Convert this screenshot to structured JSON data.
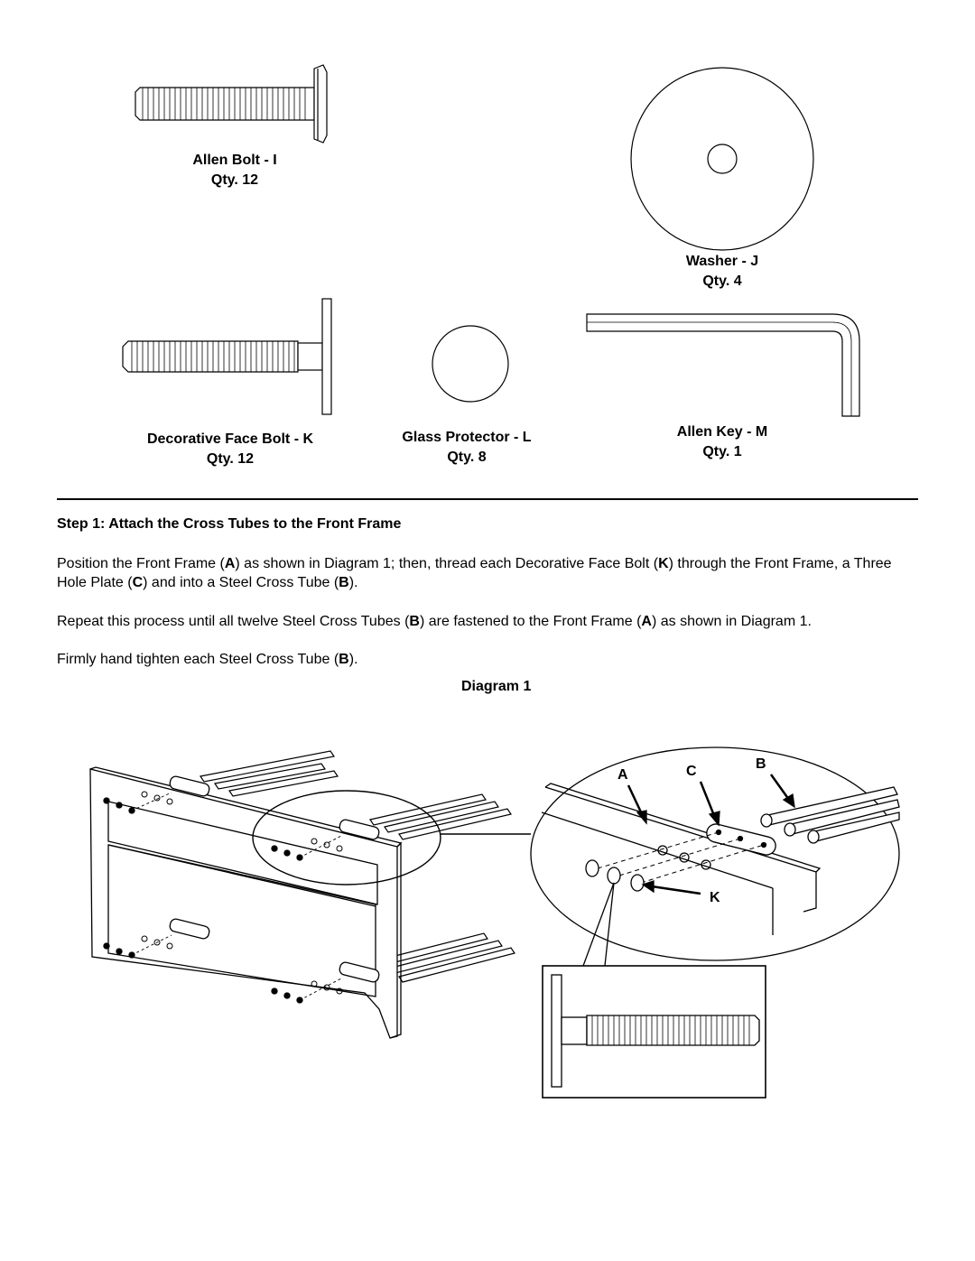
{
  "parts": [
    {
      "name": "Allen Bolt - I",
      "qty": "Qty. 12"
    },
    {
      "name": "Washer - J",
      "qty": "Qty. 4"
    },
    {
      "name": "Decorative Face Bolt - K",
      "qty": "Qty. 12"
    },
    {
      "name": "Glass Protector - L",
      "qty": "Qty. 8"
    },
    {
      "name": "Allen Key - M",
      "qty": "Qty. 1"
    }
  ],
  "step": {
    "title": "Step 1: Attach the Cross Tubes to the Front Frame",
    "para1": {
      "t1": "Position the Front Frame (",
      "b1": "A",
      "t2": ") as shown in Diagram 1; then, thread each Decorative Face Bolt (",
      "b2": "K",
      "t3": ") through the Front Frame, a Three Hole Plate (",
      "b3": "C",
      "t4": ") and into a Steel Cross Tube (",
      "b4": "B",
      "t5": ")."
    },
    "para2": {
      "t1": "Repeat this process until all twelve Steel Cross Tubes (",
      "b1": "B",
      "t2": ") are fastened to the Front Frame (",
      "b2": "A",
      "t3": ") as shown in Diagram 1."
    },
    "para3": {
      "t1": "Firmly hand tighten each Steel Cross Tube (",
      "b1": "B",
      "t2": ")."
    }
  },
  "diagram": {
    "title": "Diagram 1",
    "callouts": {
      "a": "A",
      "c": "C",
      "b": "B",
      "k": "K"
    }
  }
}
